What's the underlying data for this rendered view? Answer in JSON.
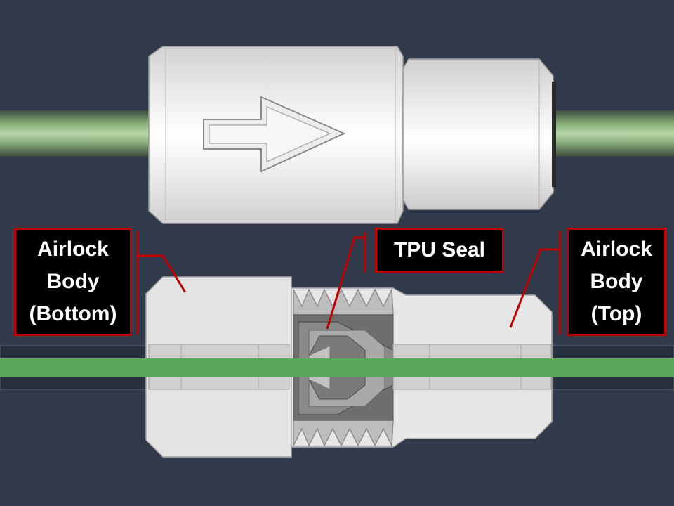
{
  "labels": {
    "body_bottom": [
      "Airlock",
      "Body",
      "(Bottom)"
    ],
    "tpu_seal": "TPU Seal",
    "body_top": [
      "Airlock",
      "Body",
      "(Top)"
    ]
  },
  "colors": {
    "background": "#303a4b",
    "filament": "#5aa85a",
    "callout_border": "#c00000",
    "callout_fill": "#000000",
    "leader_line": "#c00000",
    "body_light": "#e3e3e3",
    "section_dark": "#6e6e6e"
  }
}
